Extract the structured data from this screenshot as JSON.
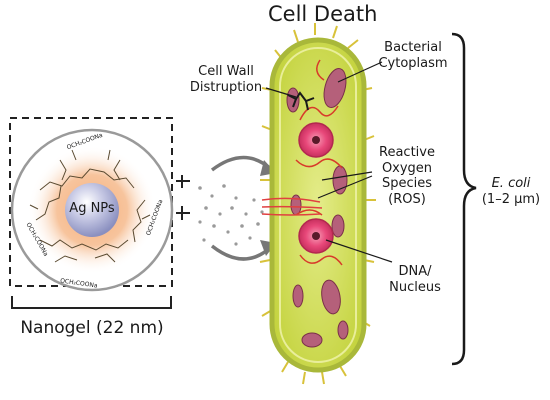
{
  "title": "Cell Death",
  "labels": {
    "cell_wall": [
      "Cell Wall",
      "Distruption"
    ],
    "cytoplasm": [
      "Bacterial",
      "Cytoplasm"
    ],
    "ros": [
      "Reactive",
      "Oxygen",
      "Species",
      "(ROS)"
    ],
    "dna": [
      "DNA/",
      "Nucleus"
    ],
    "ecoli_name": "E. coli",
    "ecoli_size": "(1–2 µm)",
    "nanogel": "Nanogel (22 nm)",
    "ag_np": "Ag NPs",
    "polymer_group": "OCH₂COONa"
  },
  "colors": {
    "cell_body": "#c9d94a",
    "cell_outline": "#a9b83a",
    "nucleus": "#e8487a",
    "organelle": "#b5607a",
    "ros_line": "#e04040",
    "glow": "#f4a06a",
    "ag_core": "#9aa0c8"
  }
}
